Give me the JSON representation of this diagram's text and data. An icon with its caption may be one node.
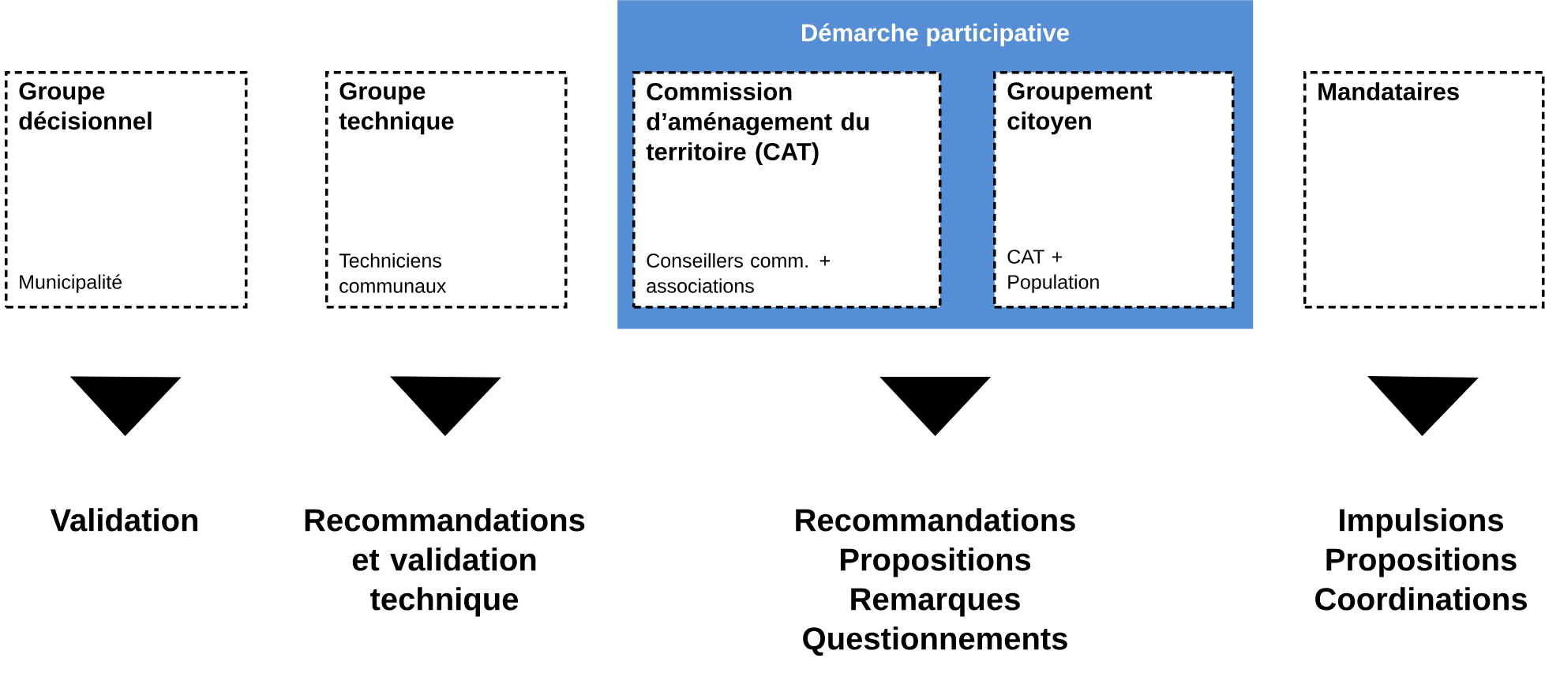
{
  "diagram": {
    "nodes": [
      {
        "text": [
          "Groupe décisionnel",
          "Municipalité"
        ]
      },
      {
        "text": [
          "Groupe technique",
          "Techniciens communaux"
        ]
      },
      {
        "text": [
          "Démarche participative"
        ]
      },
      {
        "text": [
          "Commission d’aménagement du territoire (CAT)",
          "Conseillers comm. + associations"
        ],
        "in": 2
      },
      {
        "text": [
          "Groupement citoyen",
          "CAT + Population"
        ],
        "in": 2
      },
      {
        "text": [
          "Mandataires"
        ]
      },
      {
        "text": [
          "Validation"
        ]
      },
      {
        "text": [
          "Recommandations et validation technique"
        ]
      },
      {
        "text": [
          "Recommandations Propositions Remarques Questionnements"
        ]
      },
      {
        "text": [
          "Impulsions Propositions Coordinations"
        ]
      }
    ],
    "edges": [
      {
        "from": 0,
        "to": 6,
        "arrow": "to"
      },
      {
        "from": 1,
        "to": 7,
        "arrow": "to"
      },
      {
        "from": 2,
        "to": 8,
        "arrow": "to"
      },
      {
        "from": 5,
        "to": 9,
        "arrow": "to"
      }
    ]
  }
}
